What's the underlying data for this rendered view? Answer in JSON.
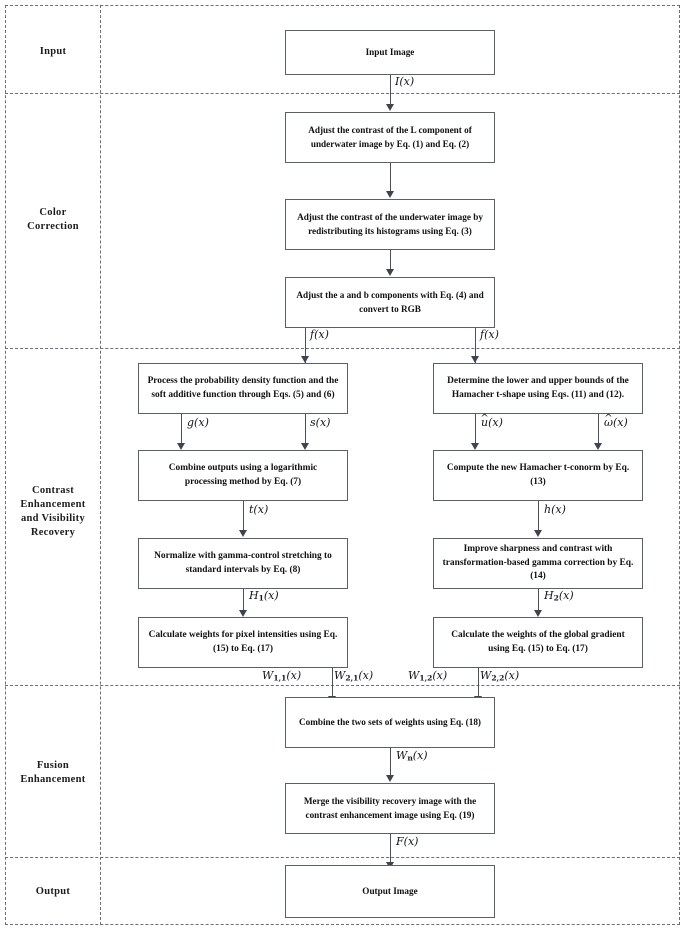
{
  "diagram": {
    "title": "Underwater image enhancement pipeline flowchart",
    "lanes": [
      {
        "id": "input",
        "label": "Input"
      },
      {
        "id": "color",
        "label": "Color\nCorrection"
      },
      {
        "id": "contrast",
        "label": "Contrast\nEnhancement\nand Visibility\nRecovery"
      },
      {
        "id": "fusion",
        "label": "Fusion\nEnhancement"
      },
      {
        "id": "output",
        "label": "Output"
      }
    ],
    "nodes": {
      "input_image": "Input Image",
      "cc1": "Adjust the contrast of the L component of underwater image by Eq. (1) and Eq. (2)",
      "cc2": "Adjust the contrast of the underwater image by redistributing its histograms using Eq. (3)",
      "cc3": "Adjust the a and b components with Eq. (4) and convert to RGB",
      "ce1": "Process the probability density function and the soft additive function through Eqs. (5) and (6)",
      "ce2": "Combine outputs using a logarithmic processing method by Eq. (7)",
      "ce3": "Normalize with gamma-control stretching to standard intervals by Eq. (8)",
      "ce4": "Calculate weights for pixel intensities using Eq. (15) to Eq. (17)",
      "vr1": "Determine the lower and upper bounds of the Hamacher t-shape using Eqs. (11) and (12).",
      "vr2": "Compute the new Hamacher t-conorm by Eq. (13)",
      "vr3": "Improve sharpness and contrast with transformation-based gamma correction by Eq. (14)",
      "vr4": "Calculate the weights of the global gradient using Eq. (15) to Eq. (17)",
      "fu1": "Combine the two sets of weights using Eq. (18)",
      "fu2": "Merge the visibility recovery image with the contrast enhancement image using Eq. (19)",
      "output_image": "Output Image"
    },
    "edge_labels": {
      "e_input": "I(x)",
      "e_fx_left": "f(x)",
      "e_fx_right": "f(x)",
      "e_g": "g(x)",
      "e_s": "s(x)",
      "e_t": "t(x)",
      "e_H1": "H1(x)",
      "e_uhat": "û(x)",
      "e_omegahat": "ω̂(x)",
      "e_h": "h(x)",
      "e_H2": "H2(x)",
      "e_W11": "W1,1(x)",
      "e_W21": "W2,1(x)",
      "e_W12": "W1,2(x)",
      "e_W22": "W2,2(x)",
      "e_Wn": "Wn(x)",
      "e_F": "F(x)"
    },
    "colors": {
      "box_border": "#5a5f6e",
      "lane_border": "#6b6f7c",
      "connector": "#4a4f5c",
      "text": "#101010",
      "background": "#ffffff"
    }
  }
}
